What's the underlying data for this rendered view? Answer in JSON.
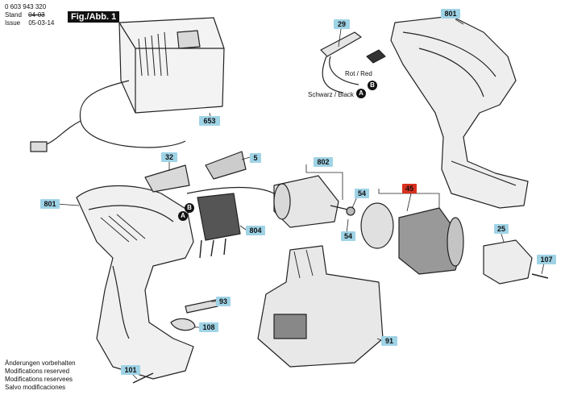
{
  "header": {
    "part_number": "0 603 943 320",
    "stand_label": "Stand",
    "stand_value": "04-03",
    "issue_label": "Issue",
    "issue_value": "05-03-14",
    "figure_tag": "Fig./Abb. 1"
  },
  "parts": [
    {
      "id": "29"
    },
    {
      "id": "801"
    },
    {
      "id": "653"
    },
    {
      "id": "32"
    },
    {
      "id": "5"
    },
    {
      "id": "802"
    },
    {
      "id": "801b",
      "text": "801"
    },
    {
      "id": "804"
    },
    {
      "id": "54"
    },
    {
      "id": "54b",
      "text": "54"
    },
    {
      "id": "45"
    },
    {
      "id": "25"
    },
    {
      "id": "107"
    },
    {
      "id": "93"
    },
    {
      "id": "108"
    },
    {
      "id": "91"
    },
    {
      "id": "101"
    }
  ],
  "labels": {
    "p29": "29",
    "p801_top": "801",
    "p653": "653",
    "p32": "32",
    "p5": "5",
    "p802": "802",
    "p801_left": "801",
    "p804": "804",
    "p54_top": "54",
    "p54_bot": "54",
    "p45": "45",
    "p25": "25",
    "p107": "107",
    "p93": "93",
    "p108": "108",
    "p91": "91",
    "p101": "101"
  },
  "wire_notes": {
    "red": "Rot / Red",
    "black": "Schwarz / Black",
    "marker_a": "A",
    "marker_b": "B"
  },
  "footer": {
    "line1": "Änderungen vorbehalten",
    "line2": "Modifications reserved",
    "line3": "Modifications reservees",
    "line4": "Salvo modificaciones"
  },
  "colors": {
    "callout": "#9fd3e6",
    "callout_highlight": "#d9301e"
  }
}
